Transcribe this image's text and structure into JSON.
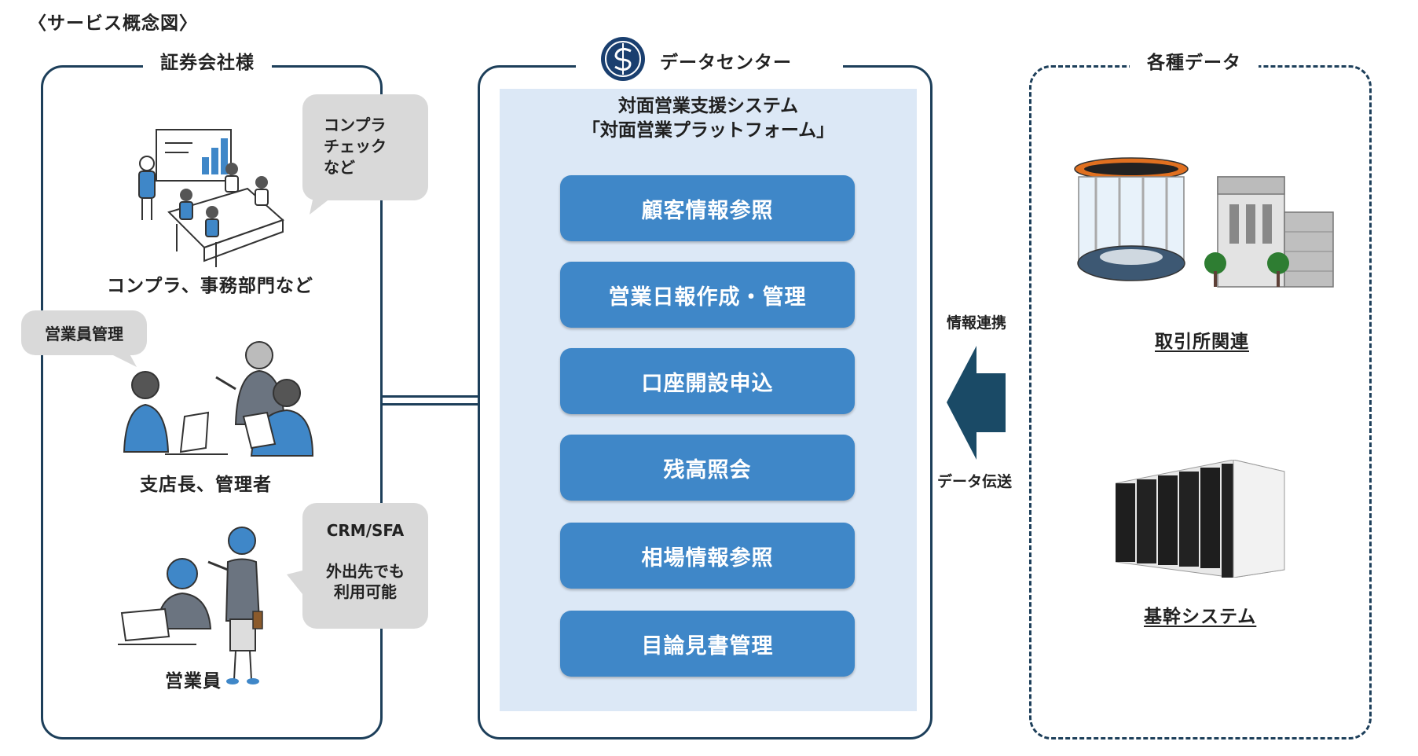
{
  "page_title": "〈サービス概念図〉",
  "left_panel": {
    "title": "証券会社様",
    "groups": [
      {
        "caption": "コンプラ、事務部門など",
        "bubble": [
          "コンプラ",
          "チェック",
          "など"
        ]
      },
      {
        "caption": "支店長、管理者",
        "bubble": [
          "営業員管理"
        ]
      },
      {
        "caption": "営業員",
        "bubble": [
          "CRM/SFA",
          "",
          "外出先でも",
          "利用可能"
        ]
      }
    ]
  },
  "center_panel": {
    "title": "データセンター",
    "system_title_line1": "対面営業支援システム",
    "system_title_line2": "「対面営業プラットフォーム」",
    "functions": [
      "顧客情報参照",
      "営業日報作成・管理",
      "口座開設申込",
      "残高照会",
      "相場情報参照",
      "目論見書管理"
    ]
  },
  "connector": {
    "label_top": "情報連携",
    "label_bottom": "データ伝送"
  },
  "right_panel": {
    "title": "各種データ",
    "items": [
      {
        "label": "取引所関連"
      },
      {
        "label": "基幹システム"
      }
    ]
  },
  "colors": {
    "border": "#1d3f5a",
    "button": "#3f87c8",
    "panel_bg": "#dce8f6",
    "bubble": "#d9d9d9",
    "arrow": "#1a4a66"
  }
}
